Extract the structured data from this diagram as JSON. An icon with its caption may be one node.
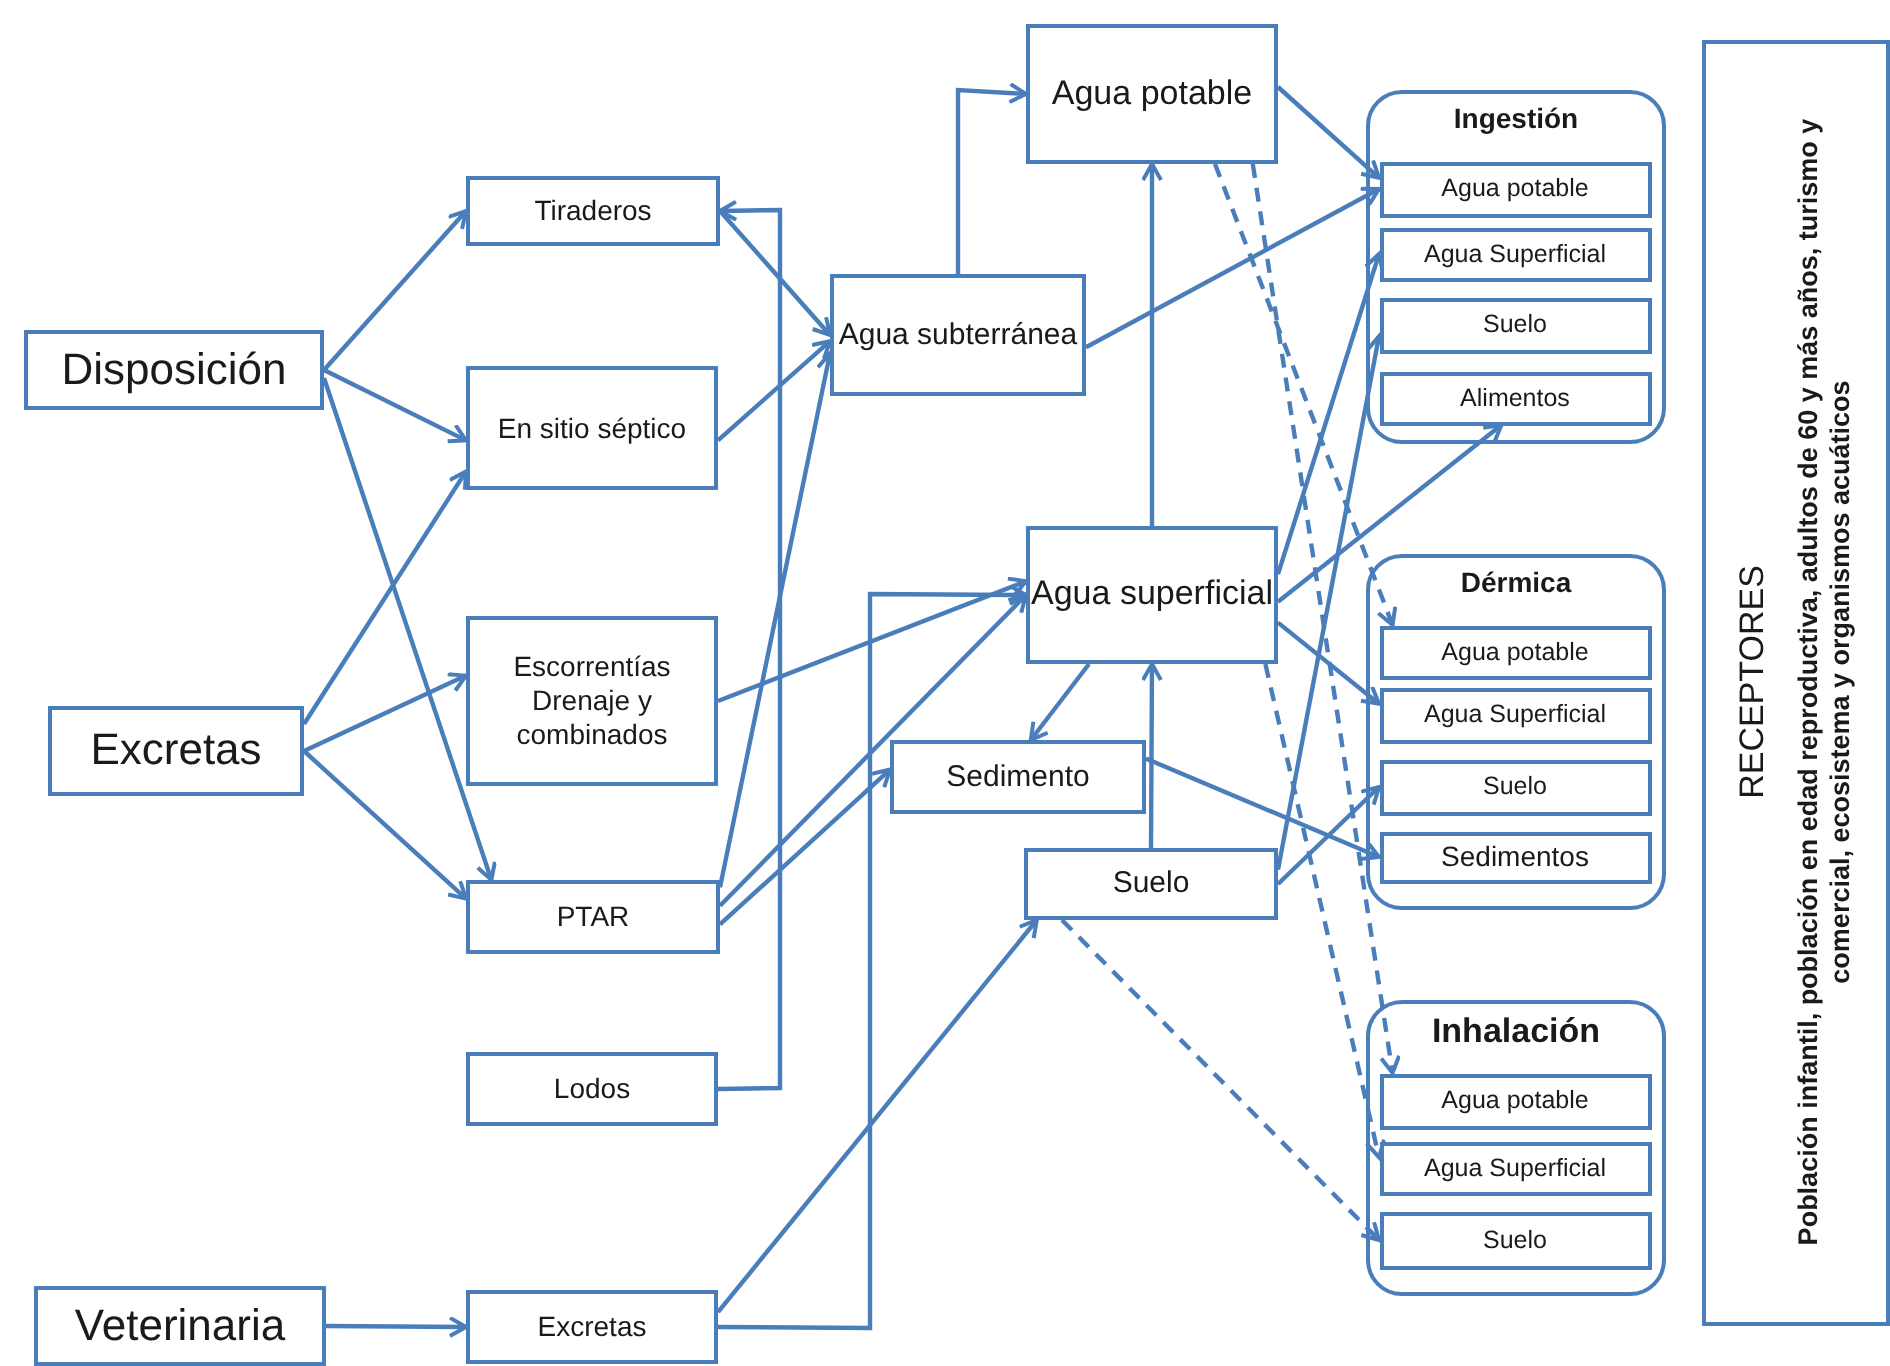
{
  "diagram": {
    "nodes": [
      {
        "text": [
          "Disposición"
        ]
      },
      {
        "text": [
          "Excretas"
        ]
      },
      {
        "text": [
          "Veterinaria"
        ]
      },
      {
        "text": [
          "Tiraderos"
        ]
      },
      {
        "text": [
          "En sitio séptico"
        ]
      },
      {
        "text": [
          "Escorrentías Drenaje y combinados"
        ]
      },
      {
        "text": [
          "PTAR"
        ]
      },
      {
        "text": [
          "Lodos"
        ]
      },
      {
        "text": [
          "Excretas"
        ]
      },
      {
        "text": [
          "Agua subterránea"
        ]
      },
      {
        "text": [
          "Agua potable"
        ]
      },
      {
        "text": [
          "Agua superficial"
        ]
      },
      {
        "text": [
          "Sedimento"
        ]
      },
      {
        "text": [
          "Suelo"
        ]
      },
      {
        "text": [
          "Ingestión"
        ]
      },
      {
        "text": [
          "Agua potable"
        ],
        "in": 14
      },
      {
        "text": [
          "Agua Superficial"
        ],
        "in": 14
      },
      {
        "text": [
          "Suelo"
        ],
        "in": 14
      },
      {
        "text": [
          "Alimentos"
        ],
        "in": 14
      },
      {
        "text": [
          "Dérmica"
        ]
      },
      {
        "text": [
          "Agua potable"
        ],
        "in": 19
      },
      {
        "text": [
          "Agua Superficial"
        ],
        "in": 19
      },
      {
        "text": [
          "Suelo"
        ],
        "in": 19
      },
      {
        "text": [
          "Sedimentos"
        ],
        "in": 19
      },
      {
        "text": [
          "Inhalación"
        ]
      },
      {
        "text": [
          "Agua potable"
        ],
        "in": 24
      },
      {
        "text": [
          "Agua Superficial"
        ],
        "in": 24
      },
      {
        "text": [
          "Suelo"
        ],
        "in": 24
      },
      {
        "text": [
          "RECEPTORES",
          "Población infantil, población en edad reproductiva, adultos de 60 y más años, turismo y comercial, ecosistema y organismos acuáticos"
        ]
      }
    ],
    "edges": [
      {
        "from": 0,
        "to": 3,
        "arrow": "to"
      },
      {
        "from": 0,
        "to": 4,
        "arrow": "to"
      },
      {
        "from": 0,
        "to": 6,
        "arrow": "to"
      },
      {
        "from": 1,
        "to": 4,
        "arrow": "to"
      },
      {
        "from": 1,
        "to": 5,
        "arrow": "to"
      },
      {
        "from": 1,
        "to": 6,
        "arrow": "to"
      },
      {
        "from": 2,
        "to": 8,
        "arrow": "to"
      },
      {
        "from": 7,
        "to": 3,
        "arrow": "to"
      },
      {
        "from": 3,
        "to": 9,
        "arrow": "to"
      },
      {
        "from": 4,
        "to": 9,
        "arrow": "to"
      },
      {
        "from": 6,
        "to": 9,
        "arrow": "to"
      },
      {
        "from": 6,
        "to": 11,
        "arrow": "to"
      },
      {
        "from": 6,
        "to": 12,
        "arrow": "to"
      },
      {
        "from": 5,
        "to": 11,
        "arrow": "to"
      },
      {
        "from": 9,
        "to": 10,
        "arrow": "to"
      },
      {
        "from": 9,
        "to": 15,
        "arrow": "to"
      },
      {
        "from": 10,
        "to": 15,
        "arrow": "to"
      },
      {
        "from": 11,
        "to": 10,
        "arrow": "to"
      },
      {
        "from": 11,
        "to": 12,
        "arrow": "to"
      },
      {
        "from": 13,
        "to": 11,
        "arrow": "to"
      },
      {
        "from": 8,
        "to": 11,
        "arrow": "to"
      },
      {
        "from": 8,
        "to": 13,
        "arrow": "to"
      },
      {
        "from": 11,
        "to": 16,
        "arrow": "to"
      },
      {
        "from": 11,
        "to": 18,
        "arrow": "to"
      },
      {
        "from": 11,
        "to": 21,
        "arrow": "to"
      },
      {
        "from": 13,
        "to": 17,
        "arrow": "to"
      },
      {
        "from": 13,
        "to": 22,
        "arrow": "to"
      },
      {
        "from": 12,
        "to": 23,
        "arrow": "to"
      },
      {
        "from": 10,
        "to": 20,
        "arrow": "to",
        "style": "dashed"
      },
      {
        "from": 10,
        "to": 25,
        "arrow": "to",
        "style": "dashed"
      },
      {
        "from": 11,
        "to": 26,
        "arrow": "to",
        "style": "dashed"
      },
      {
        "from": 13,
        "to": 27,
        "arrow": "to",
        "style": "dashed"
      }
    ]
  }
}
